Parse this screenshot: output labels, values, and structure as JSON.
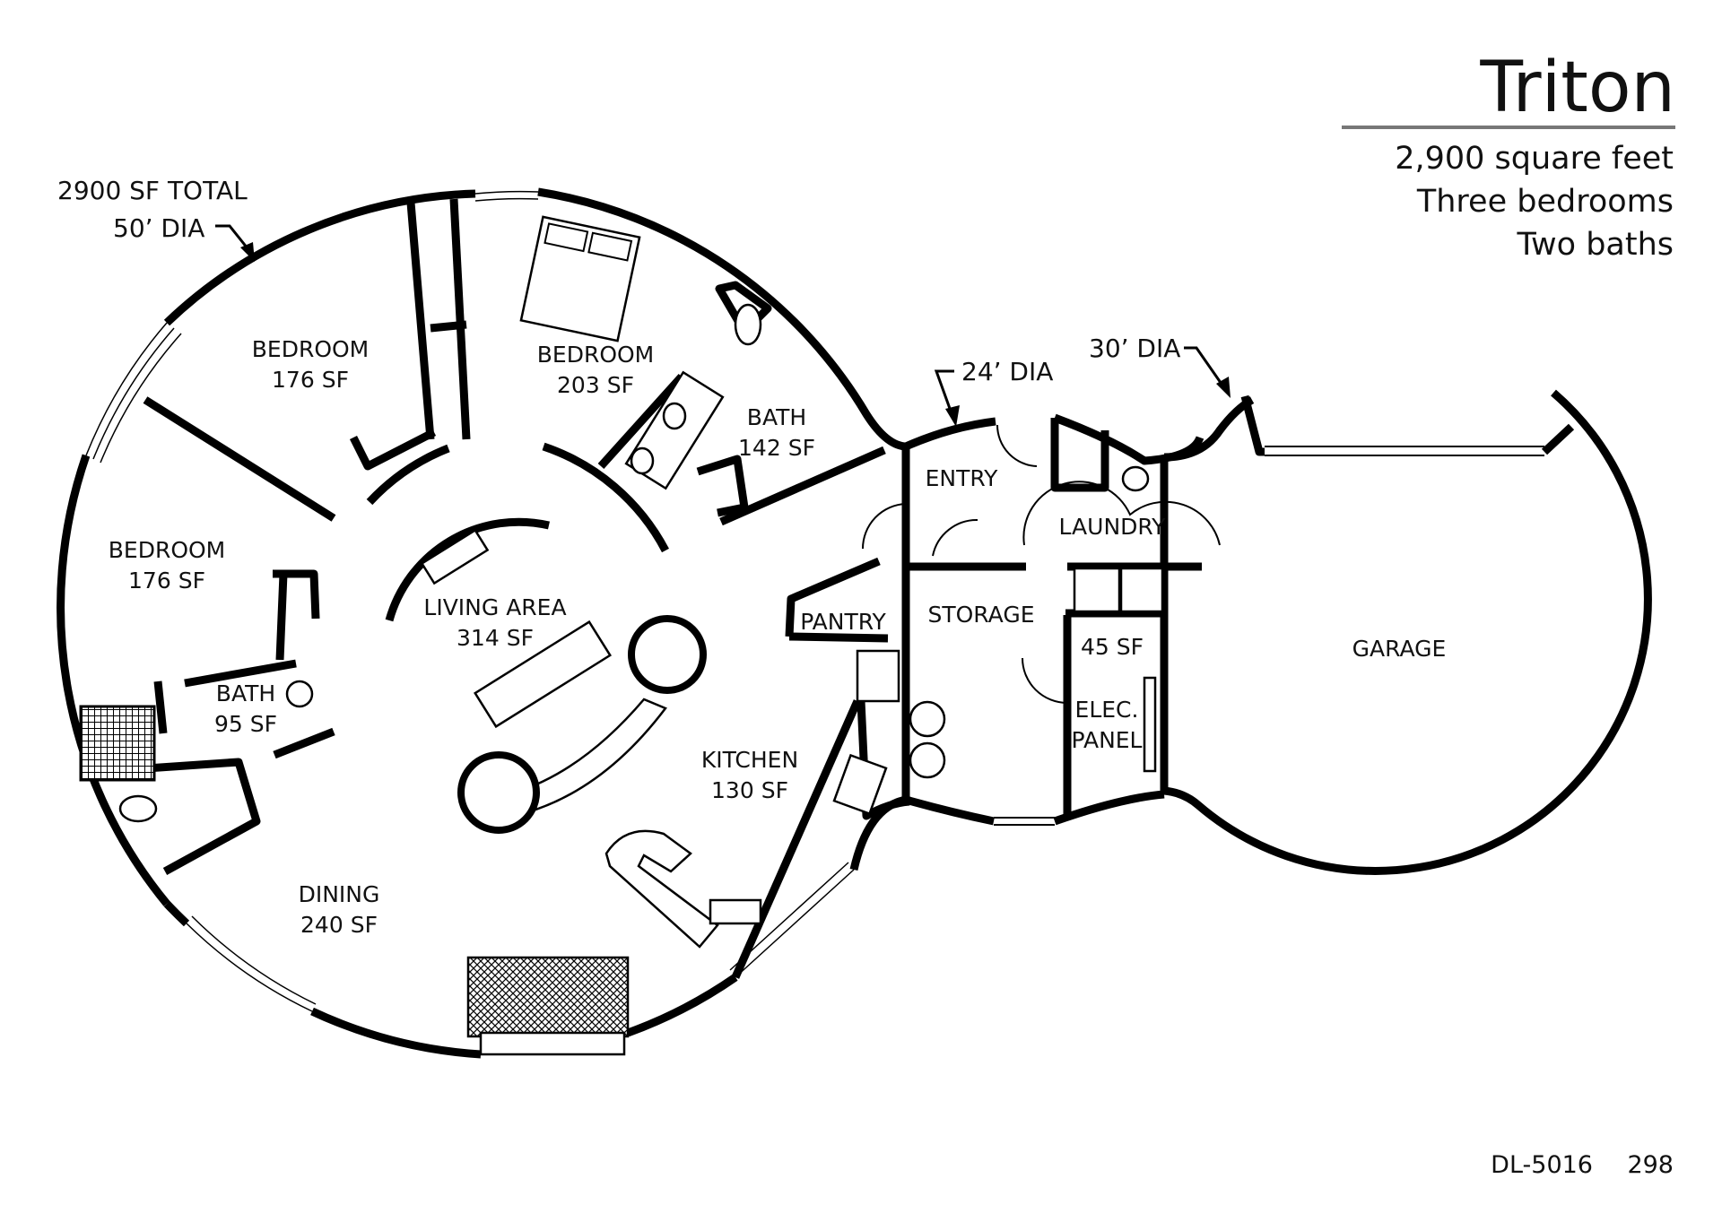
{
  "header": {
    "title": "Triton",
    "specs": [
      "2,900 square feet",
      "Three bedrooms",
      "Two baths"
    ]
  },
  "annotations": {
    "total_line1": "2900 SF TOTAL",
    "total_line2": "50’ DIA",
    "entry_dia": "24’ DIA",
    "garage_dia": "30’ DIA"
  },
  "rooms": {
    "bedroom_nw": {
      "name": "BEDROOM",
      "area": "176 SF"
    },
    "bedroom_ne": {
      "name": "BEDROOM",
      "area": "203 SF"
    },
    "bath_ne": {
      "name": "BATH",
      "area": "142 SF"
    },
    "bedroom_w": {
      "name": "BEDROOM",
      "area": "176 SF"
    },
    "bath_w": {
      "name": "BATH",
      "area": "95 SF"
    },
    "living": {
      "name": "LIVING AREA",
      "area": "314 SF"
    },
    "kitchen": {
      "name": "KITCHEN",
      "area": "130 SF"
    },
    "dining": {
      "name": "DINING",
      "area": "240 SF"
    },
    "entry": {
      "name": "ENTRY"
    },
    "laundry": {
      "name": "LAUNDRY"
    },
    "pantry": {
      "name": "PANTRY"
    },
    "storage": {
      "name": "STORAGE"
    },
    "small_room": {
      "area": "45 SF"
    },
    "elec_panel": {
      "line1": "ELEC.",
      "line2": "PANEL"
    },
    "garage": {
      "name": "GARAGE"
    }
  },
  "footer": {
    "code": "DL-5016",
    "page": "298"
  }
}
